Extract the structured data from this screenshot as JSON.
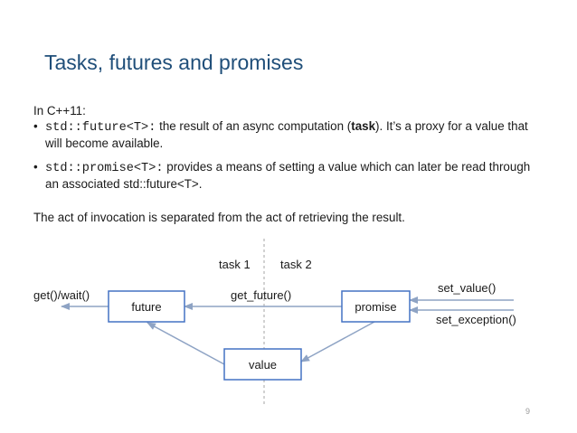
{
  "title": "Tasks, futures and promises",
  "intro": "In C++11:",
  "bullets": [
    {
      "code": "std::future<T>:",
      "before": " the result of an async computation (",
      "emph": "task",
      "after": "). It’s a proxy for a value that will become available."
    },
    {
      "code": "std::promise<T>:",
      "before": " provides a means of setting a value which can later be read through an associated std::future<T>.",
      "emph": "",
      "after": ""
    }
  ],
  "bullet_symbol": "•",
  "summary": "The act of invocation is separated from the act of retrieving the result.",
  "diagram": {
    "task1": "task 1",
    "task2": "task 2",
    "future": "future",
    "promise": "promise",
    "value": "value",
    "get_wait": "get()/wait()",
    "get_future": "get_future()",
    "set_value": "set_value()",
    "set_exception": "set_exception()",
    "stroke_color": "#8ea3c4",
    "box_border": "#4472c4",
    "divider_color": "#a6a6a6"
  },
  "page_number": "9",
  "colors": {
    "title": "#1f4e79",
    "text": "#1a1a1a"
  }
}
